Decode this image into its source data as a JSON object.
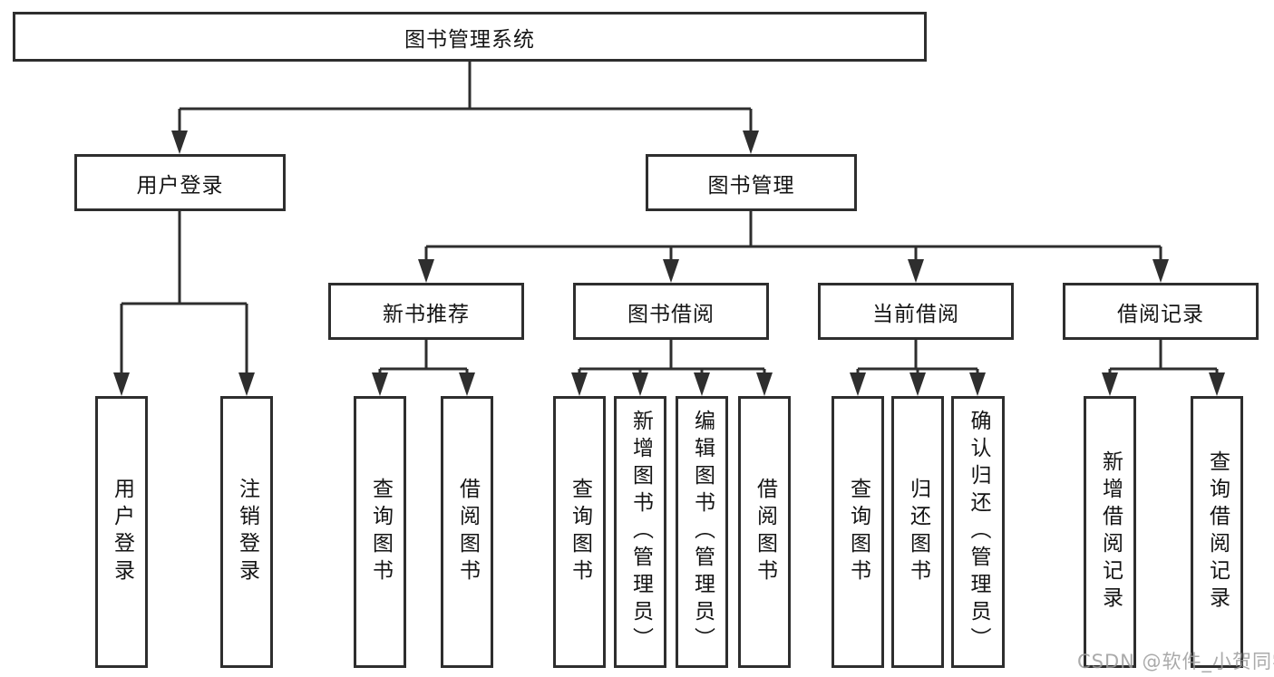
{
  "diagram_title": "图书管理系统",
  "watermark": "CSDN @软件_小贺同学",
  "colors": {
    "line": "#2e2e2e",
    "box_border": "#2e2e2e",
    "box_background": "#ffffff",
    "text": "#141414",
    "watermark": "#9c9c9c",
    "page_background": "#ffffff"
  },
  "tree": {
    "root": {
      "label": "图书管理系统",
      "children": [
        {
          "label": "用户登录",
          "children": [
            {
              "label": "用户登录"
            },
            {
              "label": "注销登录"
            }
          ]
        },
        {
          "label": "图书管理",
          "children": [
            {
              "label": "新书推荐",
              "children": [
                {
                  "label": "查询图书"
                },
                {
                  "label": "借阅图书"
                }
              ]
            },
            {
              "label": "图书借阅",
              "children": [
                {
                  "label": "查询图书"
                },
                {
                  "label": "新增图书（管理员）"
                },
                {
                  "label": "编辑图书（管理员）"
                },
                {
                  "label": "借阅图书"
                }
              ]
            },
            {
              "label": "当前借阅",
              "children": [
                {
                  "label": "查询图书"
                },
                {
                  "label": "归还图书"
                },
                {
                  "label": "确认归还（管理员）"
                }
              ]
            },
            {
              "label": "借阅记录",
              "children": [
                {
                  "label": "新增借阅记录"
                },
                {
                  "label": "查询借阅记录"
                }
              ]
            }
          ]
        }
      ]
    }
  }
}
